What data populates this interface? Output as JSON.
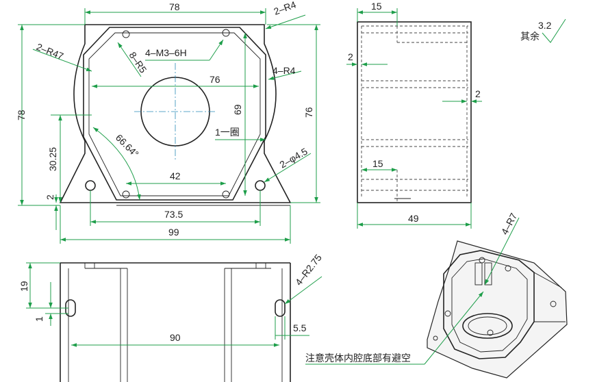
{
  "front_view": {
    "dim_top_width": "78",
    "dim_corner_radius_top": "2–R4",
    "dim_arc_radius": "2–R47",
    "dim_inner_radius": "8–R5",
    "dim_thread": "4–M3–6H",
    "dim_inner_width": "76",
    "dim_height_left": "78",
    "dim_inner_corner_radius": "4–R4",
    "dim_inner_height": "69",
    "dim_outer_height": "76",
    "dim_turn_label": "1一圈",
    "dim_mount_height": "30.25",
    "dim_angle": "66.64°",
    "dim_hole_dia": "2–φ4.5",
    "dim_hole_spacing_inner": "42",
    "dim_base_thick": "2",
    "dim_hole_spacing": "73.5",
    "dim_base_width": "99"
  },
  "side_view": {
    "dim_top": "15",
    "dim_wall_left": "2",
    "dim_wall_right": "2",
    "dim_inner_step": "15",
    "dim_depth": "49"
  },
  "surface_finish": {
    "roughness": "3.2",
    "note": "其余"
  },
  "bottom_view": {
    "dim_slot_height": "19",
    "dim_slot_offset": "1",
    "dim_slot_radius": "4–R2.75",
    "dim_slot_spacing": "90",
    "dim_slot_width": "5.5"
  },
  "iso_view": {
    "dim_radius": "4–R7",
    "note": "注意壳体内腔底部有避空"
  }
}
